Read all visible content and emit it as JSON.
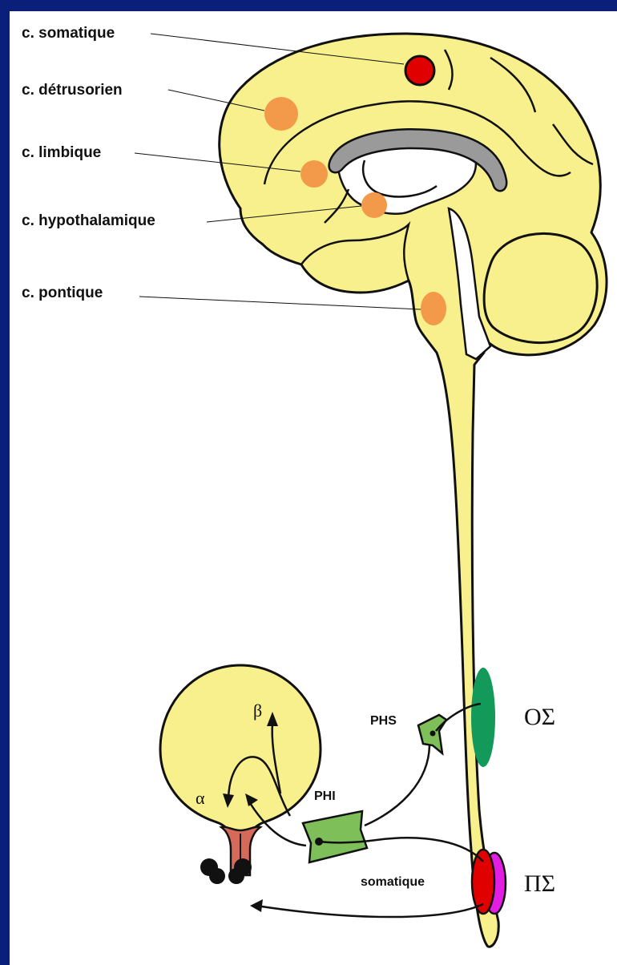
{
  "labels": {
    "somatique_center": "c. somatique",
    "detrusor_center": "c. détrusorien",
    "limbic_center": "c. limbique",
    "hypothalamic_center": "c. hypothalamique",
    "pontine_center": "c. pontique",
    "phs": "PHS",
    "phi": "PHI",
    "somatique": "somatique",
    "orthosympathetic": "ΟΣ",
    "parasympathetic": "ΠΣ",
    "alpha": "α",
    "beta": "β"
  },
  "colors": {
    "background": "#0a1f7a",
    "nervous_tissue": "#f7f08c",
    "ventricle": "#9a9a9a",
    "somatic_center": "#e00000",
    "other_centers": "#f29a4a",
    "orthosympathetic_nucleus": "#139a5a",
    "parasympathetic_nucleus": "#e21ee2",
    "ganglia": "#7fbf5a",
    "urethra": "#d66a5a"
  }
}
